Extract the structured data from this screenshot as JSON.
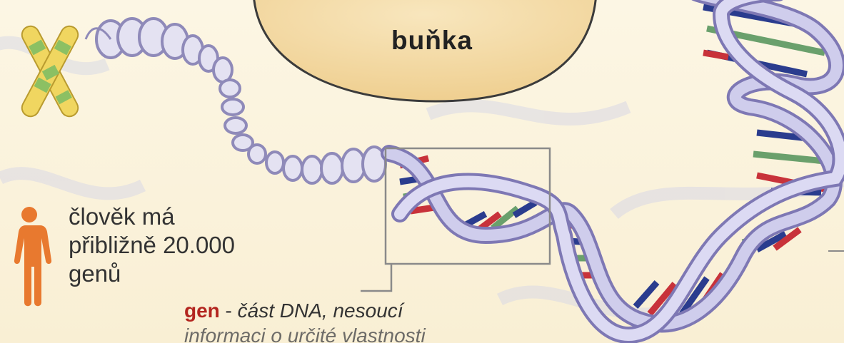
{
  "cell": {
    "label": "buňka"
  },
  "human": {
    "lines": [
      "člověk má",
      "přibližně 20.000",
      "genů"
    ]
  },
  "gene": {
    "term": "gen",
    "separator": " - ",
    "definition": "část DNA, nesoucí",
    "definition_cont": "informaci o určité vlastnosti"
  },
  "colors": {
    "cell_fill": "#f3d9a4",
    "helix_backbone": "#b6b2dd",
    "base_red": "#c8323a",
    "base_blue": "#2a3c8e",
    "base_green": "#6aa06c",
    "human_figure": "#e8792f",
    "gene_term": "#b3251f"
  }
}
